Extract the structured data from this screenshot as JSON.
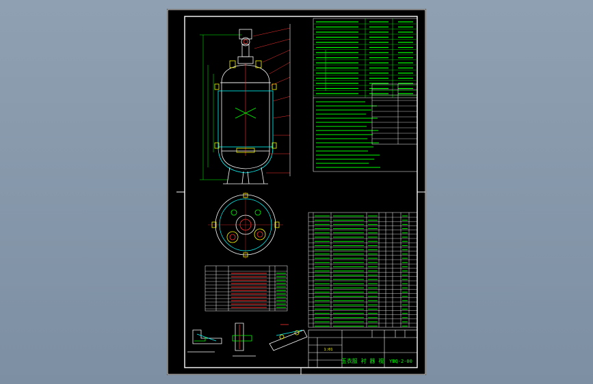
{
  "drawing": {
    "title_cn": "玉衣服 衬 器 视",
    "drawing_number": "YBQ-2-00",
    "scale_label": "1:01",
    "colors": {
      "background": "#7e90a4",
      "sheet": "#000000",
      "frame": "#ffffff",
      "vessel": "#ffffff",
      "table_text": "#00ff00",
      "annotation": "#ff3030",
      "cyan": "#00ffff",
      "yellow": "#ffff00"
    }
  }
}
